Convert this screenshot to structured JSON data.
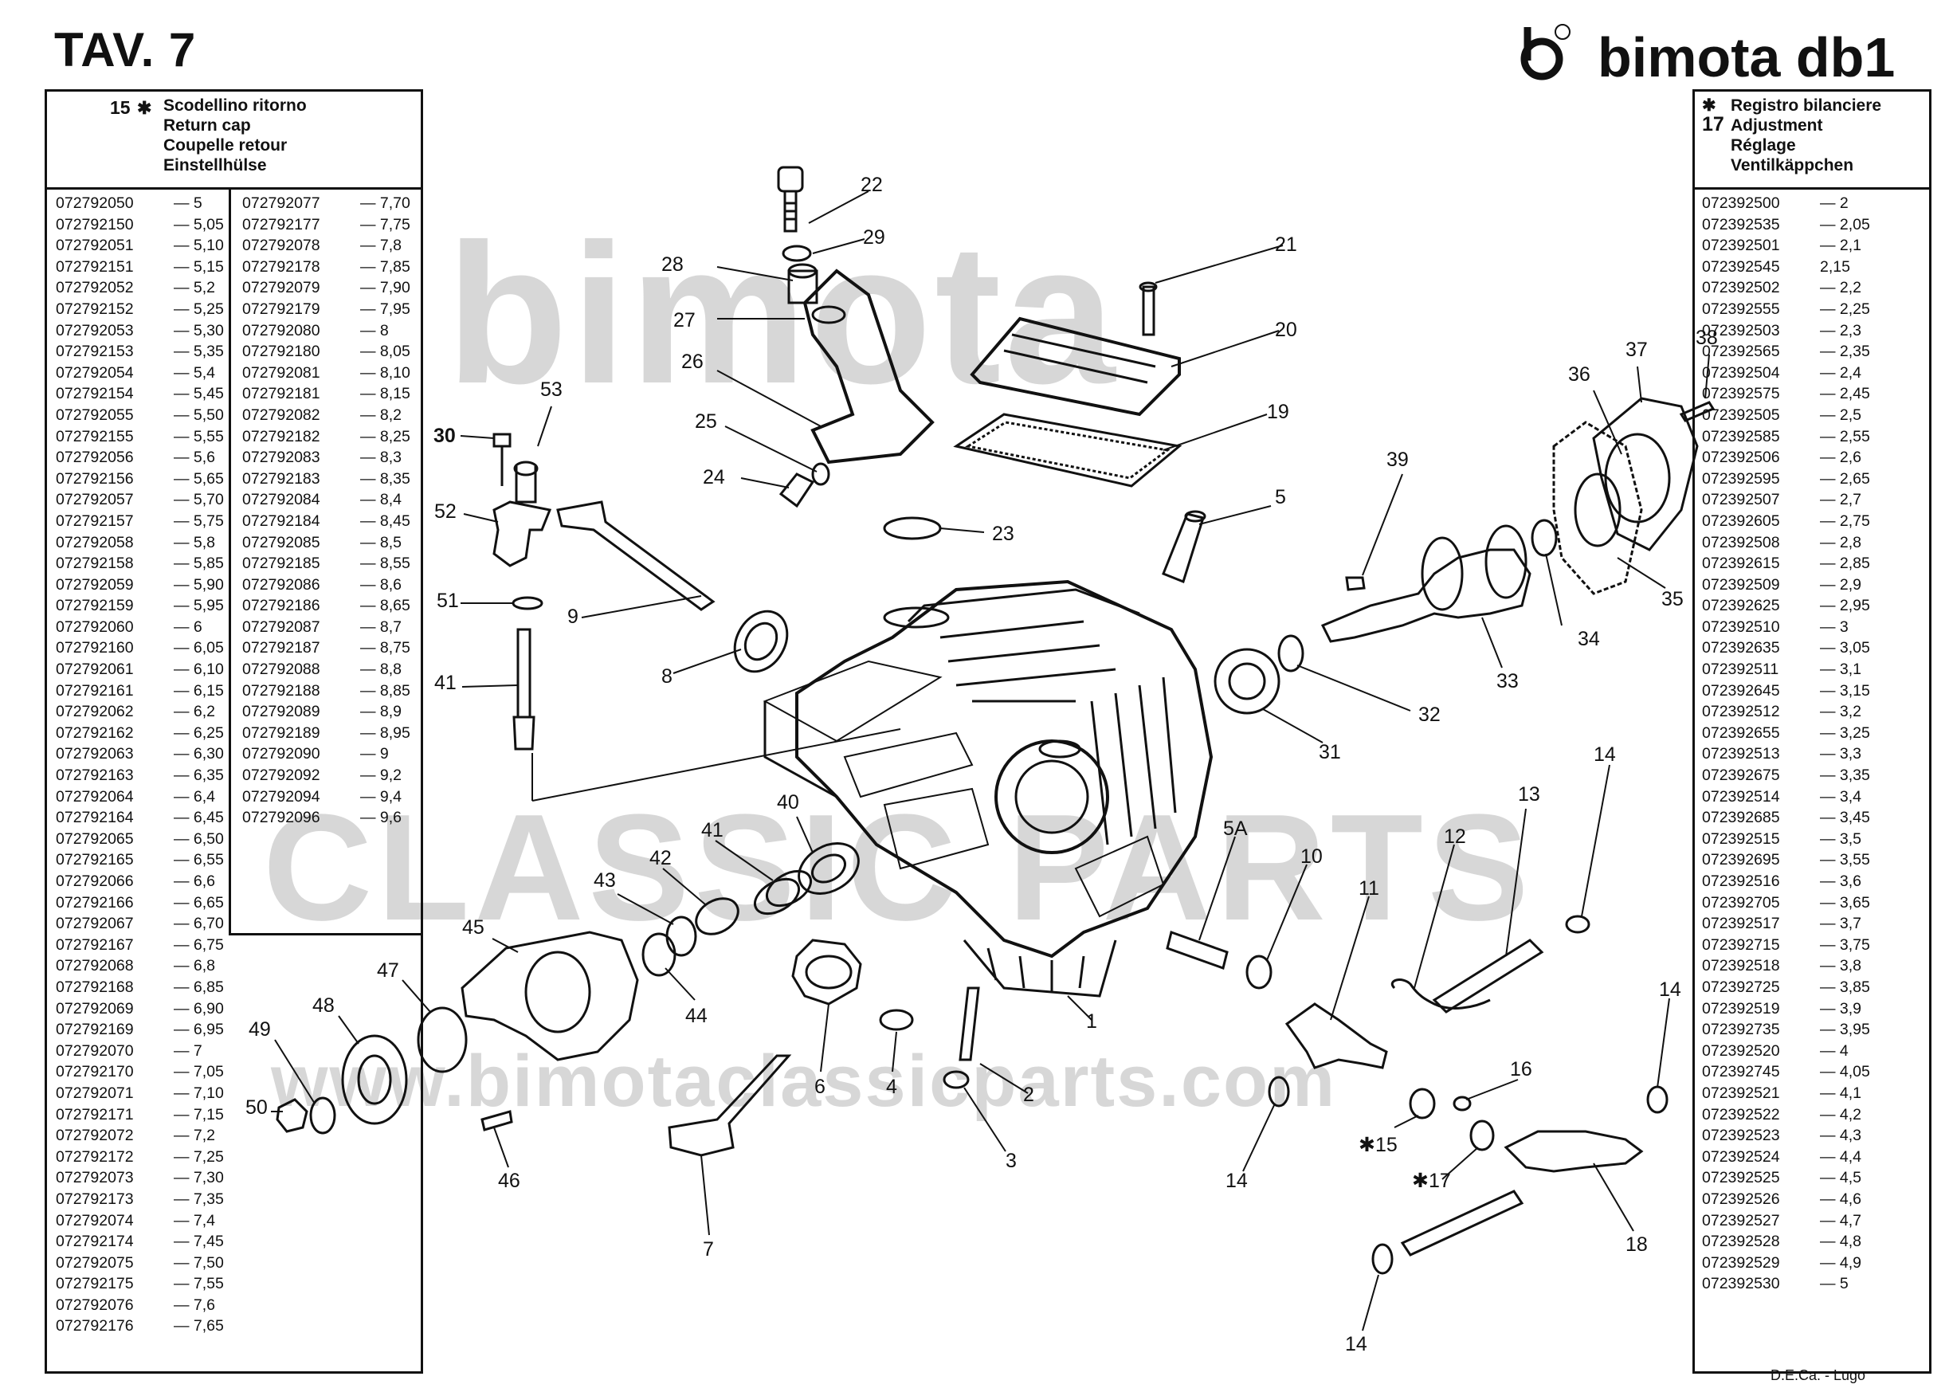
{
  "page": {
    "title": "TAV. 7",
    "brand": "bimota db1",
    "footer": "D.E.Ca. - Lugo"
  },
  "watermark": {
    "line1": "bimota",
    "line2": "CLASSIC PARTS",
    "line3": "www.bimotaclassicparts.com"
  },
  "left_table": {
    "item_no": "15",
    "mark": "✱",
    "desc": [
      "Scodellino ritorno",
      "Return cap",
      "Coupelle retour",
      "Einstellhülse"
    ],
    "col1": [
      [
        "072792050",
        "— 5"
      ],
      [
        "072792150",
        "— 5,05"
      ],
      [
        "072792051",
        "— 5,10"
      ],
      [
        "072792151",
        "— 5,15"
      ],
      [
        "072792052",
        "— 5,2"
      ],
      [
        "072792152",
        "— 5,25"
      ],
      [
        "072792053",
        "— 5,30"
      ],
      [
        "072792153",
        "— 5,35"
      ],
      [
        "072792054",
        "— 5,4"
      ],
      [
        "072792154",
        "— 5,45"
      ],
      [
        "072792055",
        "— 5,50"
      ],
      [
        "072792155",
        "— 5,55"
      ],
      [
        "072792056",
        "— 5,6"
      ],
      [
        "072792156",
        "— 5,65"
      ],
      [
        "072792057",
        "— 5,70"
      ],
      [
        "072792157",
        "— 5,75"
      ],
      [
        "072792058",
        "— 5,8"
      ],
      [
        "072792158",
        "— 5,85"
      ],
      [
        "072792059",
        "— 5,90"
      ],
      [
        "072792159",
        "— 5,95"
      ],
      [
        "072792060",
        "— 6"
      ],
      [
        "072792160",
        "— 6,05"
      ],
      [
        "072792061",
        "— 6,10"
      ],
      [
        "072792161",
        "— 6,15"
      ],
      [
        "072792062",
        "— 6,2"
      ],
      [
        "072792162",
        "— 6,25"
      ],
      [
        "072792063",
        "— 6,30"
      ],
      [
        "072792163",
        "— 6,35"
      ],
      [
        "072792064",
        "— 6,4"
      ],
      [
        "072792164",
        "— 6,45"
      ],
      [
        "072792065",
        "— 6,50"
      ],
      [
        "072792165",
        "— 6,55"
      ],
      [
        "072792066",
        "— 6,6"
      ],
      [
        "072792166",
        "— 6,65"
      ],
      [
        "072792067",
        "— 6,70"
      ],
      [
        "072792167",
        "— 6,75"
      ],
      [
        "072792068",
        "— 6,8"
      ],
      [
        "072792168",
        "— 6,85"
      ],
      [
        "072792069",
        "— 6,90"
      ],
      [
        "072792169",
        "— 6,95"
      ],
      [
        "072792070",
        "— 7"
      ],
      [
        "072792170",
        "— 7,05"
      ],
      [
        "072792071",
        "— 7,10"
      ],
      [
        "072792171",
        "— 7,15"
      ],
      [
        "072792072",
        "— 7,2"
      ],
      [
        "072792172",
        "— 7,25"
      ],
      [
        "072792073",
        "— 7,30"
      ],
      [
        "072792173",
        "— 7,35"
      ],
      [
        "072792074",
        "— 7,4"
      ],
      [
        "072792174",
        "— 7,45"
      ],
      [
        "072792075",
        "— 7,50"
      ],
      [
        "072792175",
        "— 7,55"
      ],
      [
        "072792076",
        "— 7,6"
      ],
      [
        "072792176",
        "— 7,65"
      ]
    ],
    "col2": [
      [
        "072792077",
        "— 7,70"
      ],
      [
        "072792177",
        "— 7,75"
      ],
      [
        "072792078",
        "— 7,8"
      ],
      [
        "072792178",
        "— 7,85"
      ],
      [
        "072792079",
        "— 7,90"
      ],
      [
        "072792179",
        "— 7,95"
      ],
      [
        "072792080",
        "— 8"
      ],
      [
        "072792180",
        "— 8,05"
      ],
      [
        "072792081",
        "— 8,10"
      ],
      [
        "072792181",
        "— 8,15"
      ],
      [
        "072792082",
        "— 8,2"
      ],
      [
        "072792182",
        "— 8,25"
      ],
      [
        "072792083",
        "— 8,3"
      ],
      [
        "072792183",
        "— 8,35"
      ],
      [
        "072792084",
        "— 8,4"
      ],
      [
        "072792184",
        "— 8,45"
      ],
      [
        "072792085",
        "— 8,5"
      ],
      [
        "072792185",
        "— 8,55"
      ],
      [
        "072792086",
        "— 8,6"
      ],
      [
        "072792186",
        "— 8,65"
      ],
      [
        "072792087",
        "— 8,7"
      ],
      [
        "072792187",
        "— 8,75"
      ],
      [
        "072792088",
        "— 8,8"
      ],
      [
        "072792188",
        "— 8,85"
      ],
      [
        "072792089",
        "— 8,9"
      ],
      [
        "072792189",
        "— 8,95"
      ],
      [
        "072792090",
        "— 9"
      ],
      [
        "072792092",
        "— 9,2"
      ],
      [
        "072792094",
        "— 9,4"
      ],
      [
        "072792096",
        "— 9,6"
      ]
    ]
  },
  "right_table": {
    "item_no": "17",
    "mark": "✱",
    "desc": [
      "Registro bilanciere",
      "Adjustment",
      "Réglage",
      "Ventilkäppchen"
    ],
    "col": [
      [
        "072392500",
        "— 2"
      ],
      [
        "072392535",
        "— 2,05"
      ],
      [
        "072392501",
        "— 2,1"
      ],
      [
        "072392545",
        "2,15"
      ],
      [
        "072392502",
        "— 2,2"
      ],
      [
        "072392555",
        "— 2,25"
      ],
      [
        "072392503",
        "— 2,3"
      ],
      [
        "072392565",
        "— 2,35"
      ],
      [
        "072392504",
        "— 2,4"
      ],
      [
        "072392575",
        "— 2,45"
      ],
      [
        "072392505",
        "— 2,5"
      ],
      [
        "072392585",
        "— 2,55"
      ],
      [
        "072392506",
        "— 2,6"
      ],
      [
        "072392595",
        "— 2,65"
      ],
      [
        "072392507",
        "— 2,7"
      ],
      [
        "072392605",
        "— 2,75"
      ],
      [
        "072392508",
        "— 2,8"
      ],
      [
        "072392615",
        "— 2,85"
      ],
      [
        "072392509",
        "— 2,9"
      ],
      [
        "072392625",
        "— 2,95"
      ],
      [
        "072392510",
        "— 3"
      ],
      [
        "072392635",
        "— 3,05"
      ],
      [
        "072392511",
        "— 3,1"
      ],
      [
        "072392645",
        "— 3,15"
      ],
      [
        "072392512",
        "— 3,2"
      ],
      [
        "072392655",
        "— 3,25"
      ],
      [
        "072392513",
        "— 3,3"
      ],
      [
        "072392675",
        "— 3,35"
      ],
      [
        "072392514",
        "— 3,4"
      ],
      [
        "072392685",
        "— 3,45"
      ],
      [
        "072392515",
        "— 3,5"
      ],
      [
        "072392695",
        "— 3,55"
      ],
      [
        "072392516",
        "— 3,6"
      ],
      [
        "072392705",
        "— 3,65"
      ],
      [
        "072392517",
        "— 3,7"
      ],
      [
        "072392715",
        "— 3,75"
      ],
      [
        "072392518",
        "— 3,8"
      ],
      [
        "072392725",
        "— 3,85"
      ],
      [
        "072392519",
        "— 3,9"
      ],
      [
        "072392735",
        "— 3,95"
      ],
      [
        "072392520",
        "— 4"
      ],
      [
        "072392745",
        "— 4,05"
      ],
      [
        "072392521",
        "— 4,1"
      ],
      [
        "072392522",
        "— 4,2"
      ],
      [
        "072392523",
        "— 4,3"
      ],
      [
        "072392524",
        "— 4,4"
      ],
      [
        "072392525",
        "— 4,5"
      ],
      [
        "072392526",
        "— 4,6"
      ],
      [
        "072392527",
        "— 4,7"
      ],
      [
        "072392528",
        "— 4,8"
      ],
      [
        "072392529",
        "— 4,9"
      ],
      [
        "072392530",
        "— 5"
      ]
    ]
  },
  "callouts": [
    {
      "id": "c22",
      "text": "22"
    },
    {
      "id": "c29",
      "text": "29"
    },
    {
      "id": "c28",
      "text": "28"
    },
    {
      "id": "c27",
      "text": "27"
    },
    {
      "id": "c26",
      "text": "26"
    },
    {
      "id": "c25",
      "text": "25"
    },
    {
      "id": "c24",
      "text": "24"
    },
    {
      "id": "c21",
      "text": "21"
    },
    {
      "id": "c20",
      "text": "20"
    },
    {
      "id": "c19",
      "text": "19"
    },
    {
      "id": "c23",
      "text": "23"
    },
    {
      "id": "c53",
      "text": "53"
    },
    {
      "id": "c30",
      "text": "30"
    },
    {
      "id": "c52",
      "text": "52"
    },
    {
      "id": "c51",
      "text": "51"
    },
    {
      "id": "c41a",
      "text": "41"
    },
    {
      "id": "c9",
      "text": "9"
    },
    {
      "id": "c8",
      "text": "8"
    },
    {
      "id": "c5",
      "text": "5"
    },
    {
      "id": "c39",
      "text": "39"
    },
    {
      "id": "c37",
      "text": "37"
    },
    {
      "id": "c38",
      "text": "38"
    },
    {
      "id": "c36",
      "text": "36"
    },
    {
      "id": "c35",
      "text": "35"
    },
    {
      "id": "c34",
      "text": "34"
    },
    {
      "id": "c33",
      "text": "33"
    },
    {
      "id": "c32",
      "text": "32"
    },
    {
      "id": "c31",
      "text": "31"
    },
    {
      "id": "c40",
      "text": "40"
    },
    {
      "id": "c41b",
      "text": "41"
    },
    {
      "id": "c42",
      "text": "42"
    },
    {
      "id": "c43",
      "text": "43"
    },
    {
      "id": "c44",
      "text": "44"
    },
    {
      "id": "c45",
      "text": "45"
    },
    {
      "id": "c47",
      "text": "47"
    },
    {
      "id": "c48",
      "text": "48"
    },
    {
      "id": "c49",
      "text": "49"
    },
    {
      "id": "c50",
      "text": "50"
    },
    {
      "id": "c46",
      "text": "46"
    },
    {
      "id": "c6",
      "text": "6"
    },
    {
      "id": "c4",
      "text": "4"
    },
    {
      "id": "c7",
      "text": "7"
    },
    {
      "id": "c2",
      "text": "2"
    },
    {
      "id": "c3",
      "text": "3"
    },
    {
      "id": "c1",
      "text": "1"
    },
    {
      "id": "c5a",
      "text": "5A"
    },
    {
      "id": "c10",
      "text": "10"
    },
    {
      "id": "c11",
      "text": "11"
    },
    {
      "id": "c12",
      "text": "12"
    },
    {
      "id": "c13",
      "text": "13"
    },
    {
      "id": "c14a",
      "text": "14"
    },
    {
      "id": "c14b",
      "text": "14"
    },
    {
      "id": "c14c",
      "text": "14"
    },
    {
      "id": "c14d",
      "text": "14"
    },
    {
      "id": "c15",
      "text": "✱15"
    },
    {
      "id": "c16",
      "text": "16"
    },
    {
      "id": "c17",
      "text": "✱17"
    },
    {
      "id": "c18",
      "text": "18"
    }
  ]
}
